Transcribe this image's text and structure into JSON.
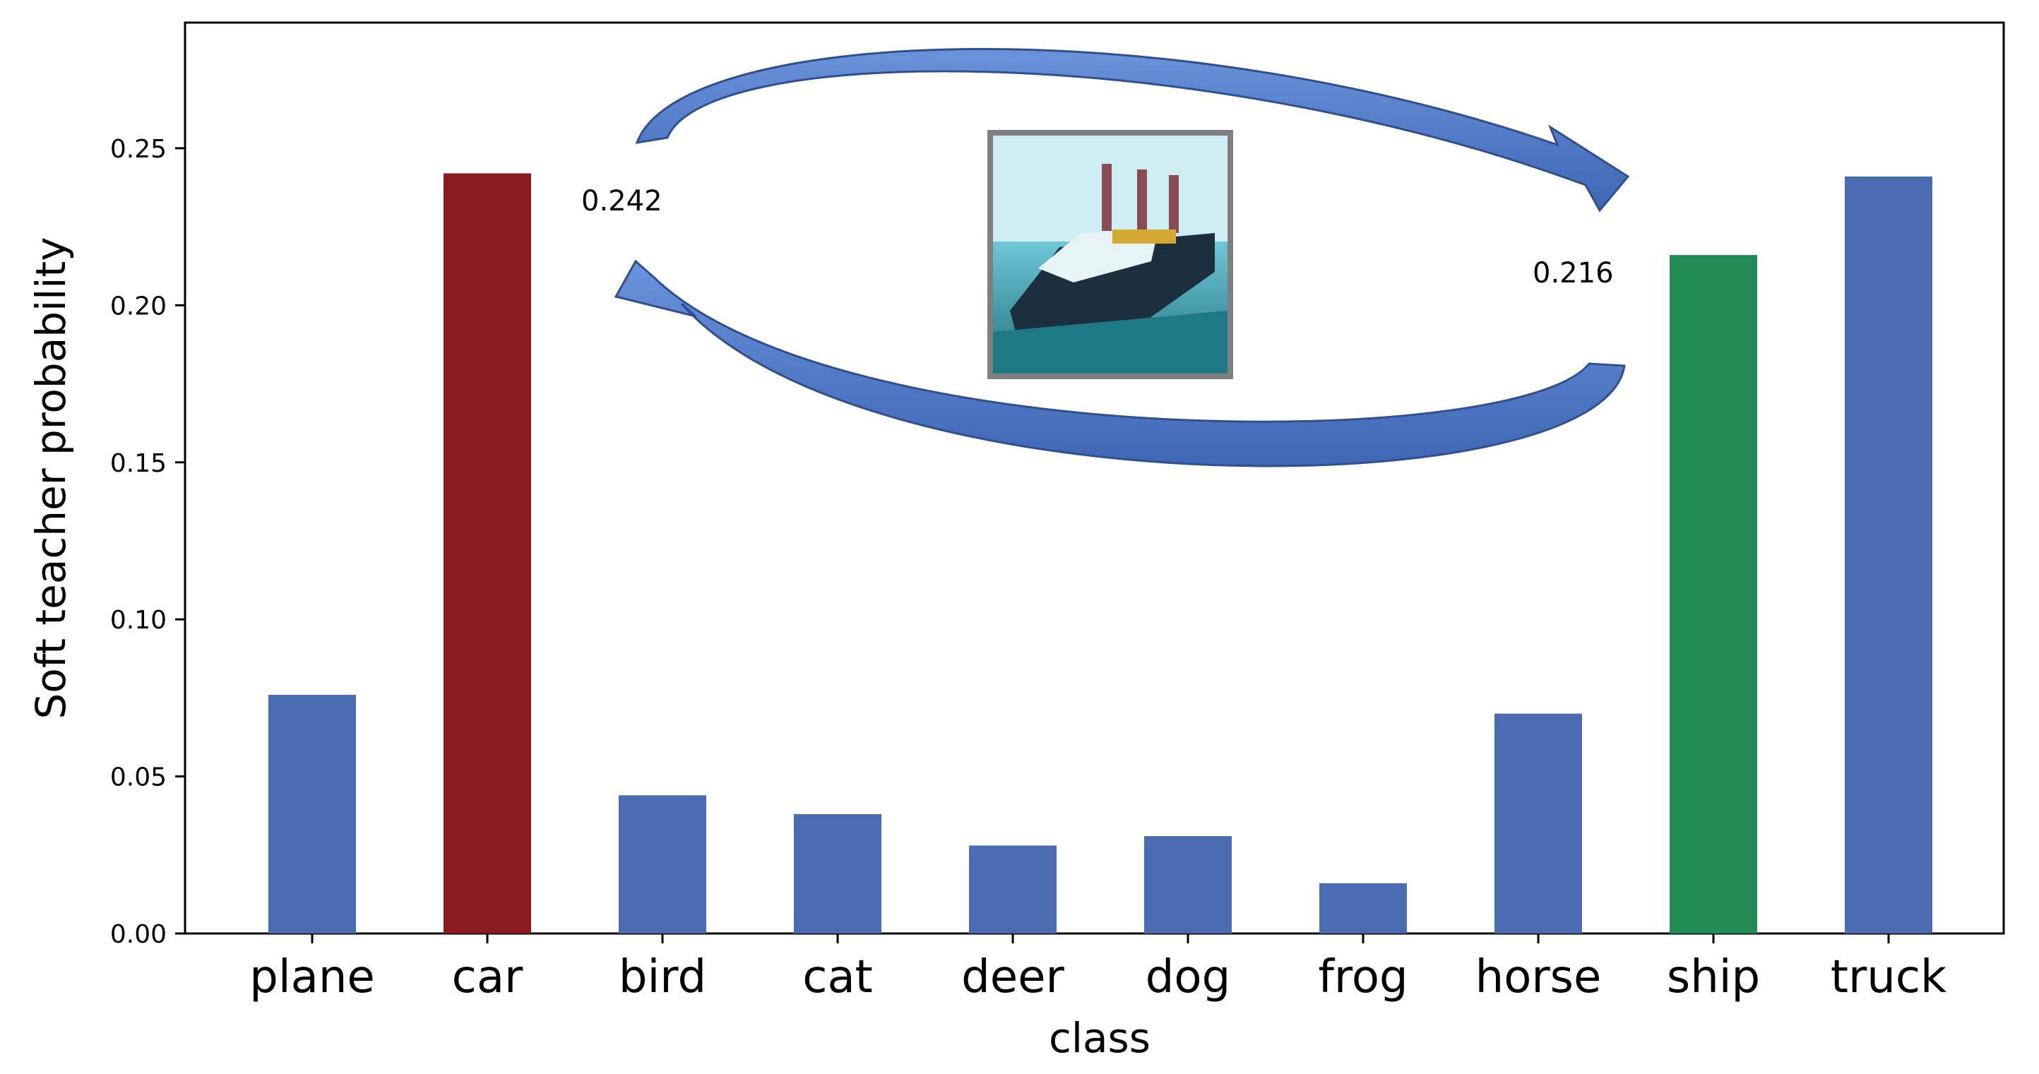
{
  "chart_data": {
    "type": "bar",
    "categories": [
      "plane",
      "car",
      "bird",
      "cat",
      "deer",
      "dog",
      "frog",
      "horse",
      "ship",
      "truck"
    ],
    "values": [
      0.076,
      0.242,
      0.044,
      0.038,
      0.028,
      0.031,
      0.016,
      0.07,
      0.216,
      0.241
    ],
    "bar_colors": [
      "#4a6ab2",
      "#8b1a1e",
      "#4a6ab2",
      "#4a6ab2",
      "#4a6ab2",
      "#4a6ab2",
      "#4a6ab2",
      "#4a6ab2",
      "#218a55",
      "#4a6ab2"
    ],
    "xlabel": "class",
    "ylabel": "Soft teacher probability",
    "ylim": [
      0,
      0.29
    ],
    "yticks": [
      "0.00",
      "0.05",
      "0.10",
      "0.15",
      "0.20",
      "0.25"
    ],
    "ytick_values": [
      0,
      0.05,
      0.1,
      0.15,
      0.2,
      0.25
    ],
    "annotations": [
      {
        "text": "0.242",
        "category": "car"
      },
      {
        "text": "0.216",
        "category": "ship"
      }
    ],
    "grid": false,
    "legend": "none"
  },
  "colors": {
    "arrow": "#4a72c4",
    "arrow_edge": "#2f4f8f",
    "default_bar": "#4a6ab2"
  },
  "icons": {
    "center_image": "ship-photo-icon",
    "arrows": "curved-swap-arrows-icon"
  }
}
